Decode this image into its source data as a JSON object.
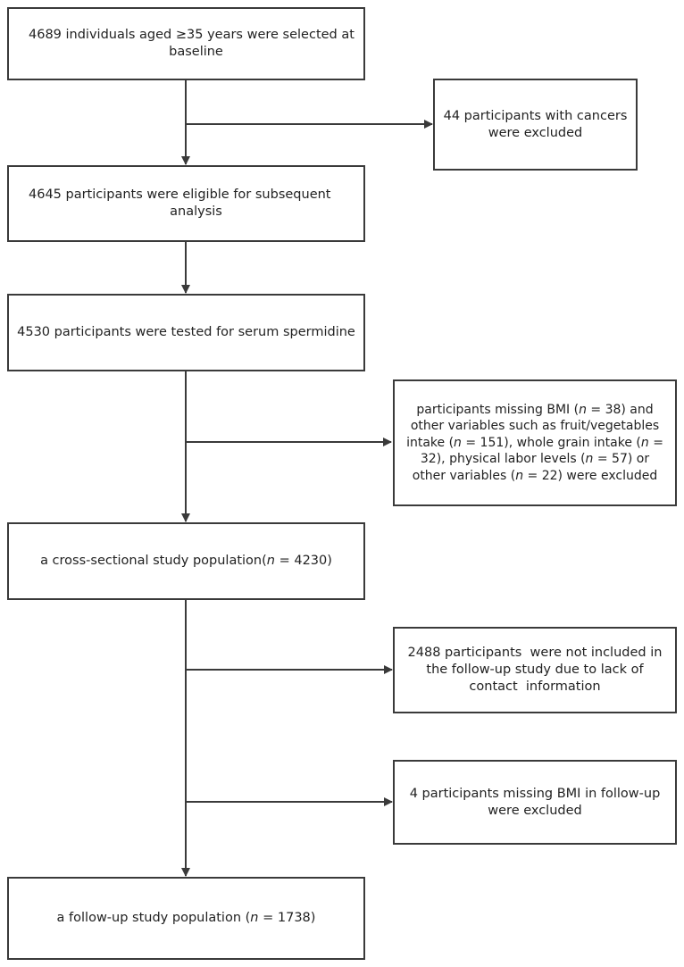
{
  "nodes": {
    "baseline": {
      "line1": "4689 individuals aged ≥35 years were selected at",
      "line2": "baseline"
    },
    "excl_cancer": {
      "line1": "44 participants with cancers",
      "line2": "were excluded"
    },
    "eligible": {
      "line1": "4645 participants were eligible for subsequent",
      "line2": "analysis"
    },
    "tested": {
      "line1": "4530 participants were tested for serum spermidine"
    },
    "excl_missing": {
      "l1_pre": "participants missing BMI (",
      "l1_n": "n",
      "l1_post": " = 38) and",
      "l2": "other variables such as fruit/vegetables",
      "l3_pre": "intake (",
      "l3_n": "n",
      "l3_mid": " = 151), whole grain intake (",
      "l3_n2": "n",
      "l3_post": " =",
      "l4_pre": "32), physical labor levels (",
      "l4_n": "n",
      "l4_post": " = 57) or",
      "l5_pre": "other variables (",
      "l5_n": "n",
      "l5_post": " = 22) were excluded"
    },
    "cross": {
      "pre": "a cross-sectional study population(",
      "n": "n",
      "post": " = 4230)"
    },
    "excl_contact": {
      "line1": "2488 participants  were not included in",
      "line2": "the follow-up study due to lack of",
      "line3": "contact  information"
    },
    "excl_bmi_fu": {
      "line1": "4 participants missing BMI in follow-up",
      "line2": "were excluded"
    },
    "followup": {
      "pre": "a follow-up study population (",
      "n": "n",
      "post": " = 1738)"
    }
  }
}
